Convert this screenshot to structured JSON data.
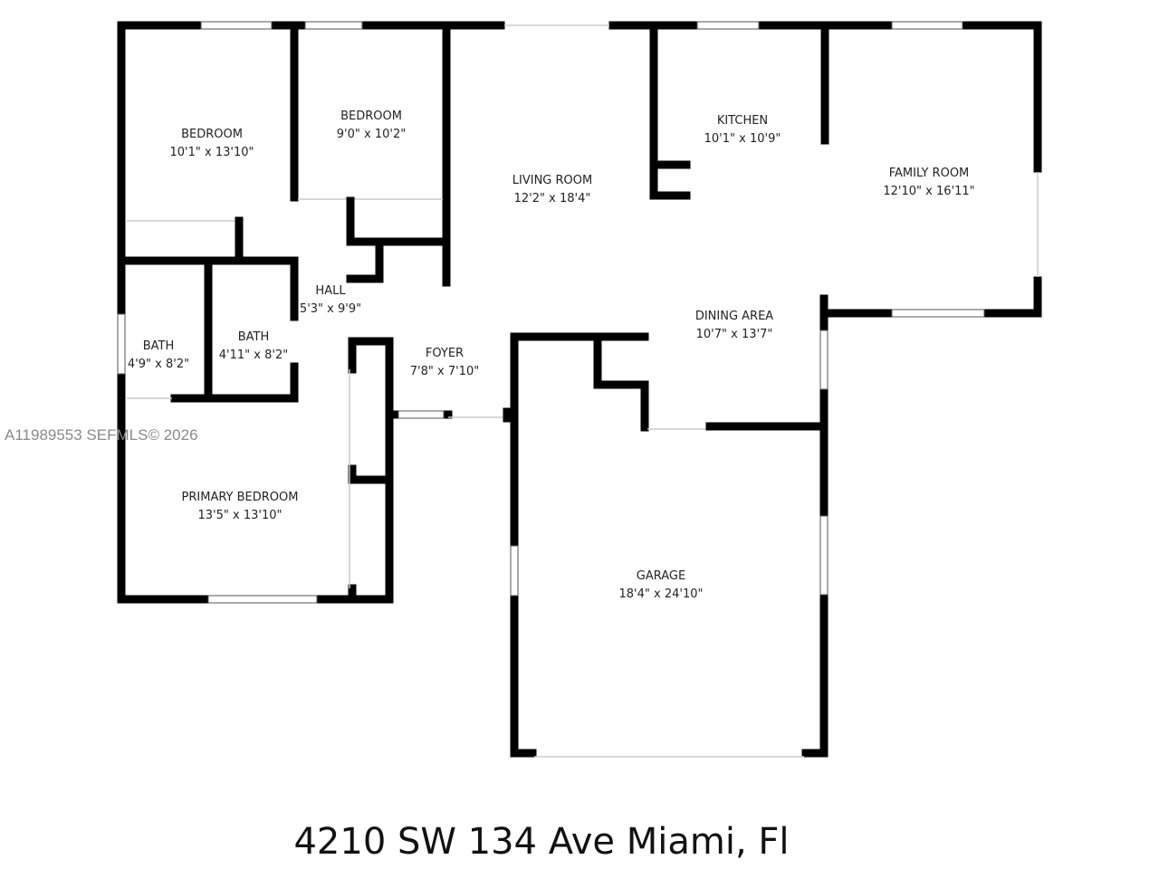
{
  "rooms": [
    {
      "name": "BEDROOM",
      "dims": "10'1\" x 13'10\""
    },
    {
      "name": "BEDROOM",
      "dims": "9'0\" x 10'2\""
    },
    {
      "name": "LIVING ROOM",
      "dims": "12'2\" x 18'4\""
    },
    {
      "name": "KITCHEN",
      "dims": "10'1\" x 10'9\""
    },
    {
      "name": "FAMILY ROOM",
      "dims": "12'10\" x 16'11\""
    },
    {
      "name": "HALL",
      "dims": "5'3\" x 9'9\""
    },
    {
      "name": "BATH",
      "dims": "4'9\" x 8'2\""
    },
    {
      "name": "BATH",
      "dims": "4'11\" x 8'2\""
    },
    {
      "name": "FOYER",
      "dims": "7'8\" x 7'10\""
    },
    {
      "name": "DINING AREA",
      "dims": "10'7\" x 13'7\""
    },
    {
      "name": "PRIMARY BEDROOM",
      "dims": "13'5\" x 13'10\""
    },
    {
      "name": "GARAGE",
      "dims": "18'4\" x 24'10\""
    }
  ],
  "address": "4210 SW 134 Ave Miami, Fl",
  "watermark": "A11989553  SEFMLS© 2026"
}
